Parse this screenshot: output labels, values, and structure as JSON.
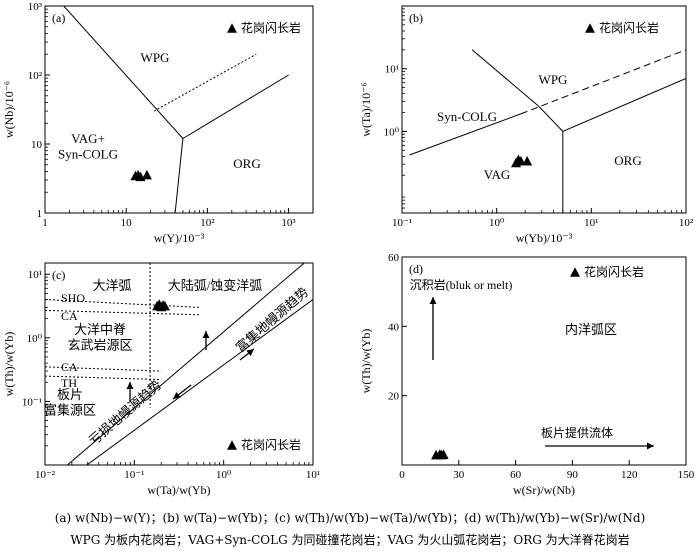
{
  "caption": {
    "line1": "(a) w(Nb)−w(Y)；(b) w(Ta)−w(Yb)；(c) w(Th)/w(Yb)−w(Ta)/w(Yb)；(d) w(Th)/w(Yb)−w(Sr)/w(Nd)",
    "line2": "WPG 为板内花岗岩；VAG+Syn-COLG 为同碰撞花岗岩；VAG 为火山弧花岗岩；ORG 为大洋脊花岗岩"
  },
  "chart_data": [
    {
      "id": "a",
      "type": "scatter",
      "panel_label": "(a)",
      "xlabel": "w(Y)/10⁻³",
      "ylabel": "w(Nb)/10⁻⁶",
      "xscale": "log",
      "yscale": "log",
      "xlim": [
        1,
        2000
      ],
      "ylim": [
        1,
        1000
      ],
      "xticks": [
        1,
        10,
        100,
        1000
      ],
      "xtick_labels": [
        "1",
        "10",
        "10²",
        "10³"
      ],
      "yticks": [
        1,
        10,
        100,
        1000
      ],
      "ytick_labels": [
        "1",
        "10",
        "10²",
        "10³"
      ],
      "legend": "花岗闪长岩",
      "legend_position": "top-right",
      "fields": [
        "WPG",
        "VAG+\nSyn-COLG",
        "ORG"
      ],
      "boundaries": [
        {
          "style": "solid",
          "points": [
            [
              1,
              2000
            ],
            [
              50,
              12
            ]
          ]
        },
        {
          "style": "solid",
          "points": [
            [
              50,
              12
            ],
            [
              40,
              1
            ]
          ]
        },
        {
          "style": "solid",
          "points": [
            [
              50,
              12
            ],
            [
              1000,
              100
            ]
          ]
        },
        {
          "style": "dotted",
          "points": [
            [
              22,
              30
            ],
            [
              400,
              200
            ]
          ]
        }
      ],
      "points": [
        [
          13,
          3.5
        ],
        [
          14,
          3.6
        ],
        [
          15,
          3.4
        ],
        [
          18,
          3.6
        ]
      ]
    },
    {
      "id": "b",
      "type": "scatter",
      "panel_label": "(b)",
      "xlabel": "w(Yb)/10⁻³",
      "ylabel": "w(Ta)/10⁻⁶",
      "xscale": "log",
      "yscale": "log",
      "xlim": [
        0.1,
        100
      ],
      "ylim": [
        0.05,
        100
      ],
      "xticks": [
        0.1,
        1,
        10,
        100
      ],
      "xtick_labels": [
        "10⁻¹",
        "10⁰",
        "10¹",
        "10²"
      ],
      "yticks": [
        1,
        10
      ],
      "ytick_labels": [
        "10⁰",
        "10¹"
      ],
      "legend": "花岗闪长岩",
      "legend_position": "top-right",
      "fields": [
        "WPG",
        "Syn-COLG",
        "VAG",
        "ORG"
      ],
      "boundaries": [
        {
          "style": "solid",
          "points": [
            [
              0.55,
              20
            ],
            [
              2.8,
              2.5
            ],
            [
              5,
              1
            ]
          ]
        },
        {
          "style": "solid",
          "points": [
            [
              5,
              1
            ],
            [
              5,
              0.05
            ]
          ]
        },
        {
          "style": "solid",
          "points": [
            [
              5,
              1
            ],
            [
              100,
              7
            ]
          ]
        },
        {
          "style": "solid",
          "points": [
            [
              0.12,
              0.42
            ],
            [
              1.8,
              1.9
            ]
          ]
        },
        {
          "style": "dashed",
          "points": [
            [
              1.8,
              1.9
            ],
            [
              100,
              20
            ]
          ]
        }
      ],
      "points": [
        [
          1.6,
          0.32
        ],
        [
          1.8,
          0.34
        ],
        [
          2.1,
          0.34
        ],
        [
          1.7,
          0.36
        ]
      ]
    },
    {
      "id": "c",
      "type": "scatter",
      "panel_label": "(c)",
      "xlabel": "w(Ta)/w(Yb)",
      "ylabel": "w(Th)/w(Yb)",
      "xscale": "log",
      "yscale": "log",
      "xlim": [
        0.01,
        10
      ],
      "ylim": [
        0.01,
        15
      ],
      "xticks": [
        0.01,
        0.1,
        1,
        10
      ],
      "xtick_labels": [
        "10⁻²",
        "10⁻¹",
        "10⁰",
        "10¹"
      ],
      "yticks": [
        0.1,
        1,
        10
      ],
      "ytick_labels": [
        "10⁻¹",
        "10⁰",
        "10¹"
      ],
      "legend": "花岗闪长岩",
      "legend_position": "bottom-right",
      "fields": [
        "大洋弧",
        "大陆弧/蚀变洋弧",
        "大洋中脊\n玄武岩源区",
        "板片\n富集源区"
      ],
      "series_labels": [
        "SHO",
        "CA",
        "CA",
        "TH"
      ],
      "annotations": [
        "富集地幔源趋势",
        "亏损地幔源趋势"
      ],
      "boundaries": [
        {
          "style": "dotted",
          "points": [
            [
              0.15,
              15
            ],
            [
              0.15,
              0.08
            ]
          ]
        },
        {
          "style": "dotted",
          "points": [
            [
              0.01,
              4
            ],
            [
              0.55,
              3
            ]
          ]
        },
        {
          "style": "dotted",
          "points": [
            [
              0.01,
              2.7
            ],
            [
              0.55,
              2.3
            ]
          ]
        },
        {
          "style": "dotted",
          "points": [
            [
              0.01,
              0.35
            ],
            [
              0.2,
              0.3
            ]
          ]
        },
        {
          "style": "dotted",
          "points": [
            [
              0.01,
              0.25
            ],
            [
              0.2,
              0.22
            ]
          ]
        },
        {
          "style": "solid",
          "points": [
            [
              0.01,
              0.005
            ],
            [
              8,
              15
            ]
          ]
        },
        {
          "style": "solid",
          "points": [
            [
              0.015,
              0.005
            ],
            [
              10,
              4
            ]
          ]
        }
      ],
      "points": [
        [
          0.18,
          3.2
        ],
        [
          0.19,
          3.4
        ],
        [
          0.2,
          3.1
        ],
        [
          0.21,
          3.3
        ],
        [
          0.22,
          3.2
        ]
      ]
    },
    {
      "id": "d",
      "type": "scatter",
      "panel_label": "(d)",
      "xlabel": "w(Sr)/w(Nb)",
      "ylabel": "w(Th)/w(Yb)",
      "xscale": "linear",
      "yscale": "linear",
      "xlim": [
        0,
        150
      ],
      "ylim": [
        0,
        60
      ],
      "xticks": [
        0,
        30,
        60,
        90,
        120,
        150
      ],
      "xtick_labels": [
        "0",
        "30",
        "60",
        "90",
        "120",
        "150"
      ],
      "yticks": [
        20,
        40,
        60
      ],
      "ytick_labels": [
        "20",
        "40",
        "60"
      ],
      "legend": "花岗闪长岩",
      "legend_position": "top-right",
      "fields": [
        "内洋弧区"
      ],
      "annotations": [
        "沉积岩(bluk or melt)",
        "板片提供流体"
      ],
      "points": [
        [
          18,
          3
        ],
        [
          20,
          3.2
        ],
        [
          21,
          3
        ],
        [
          22,
          3.1
        ]
      ]
    }
  ]
}
